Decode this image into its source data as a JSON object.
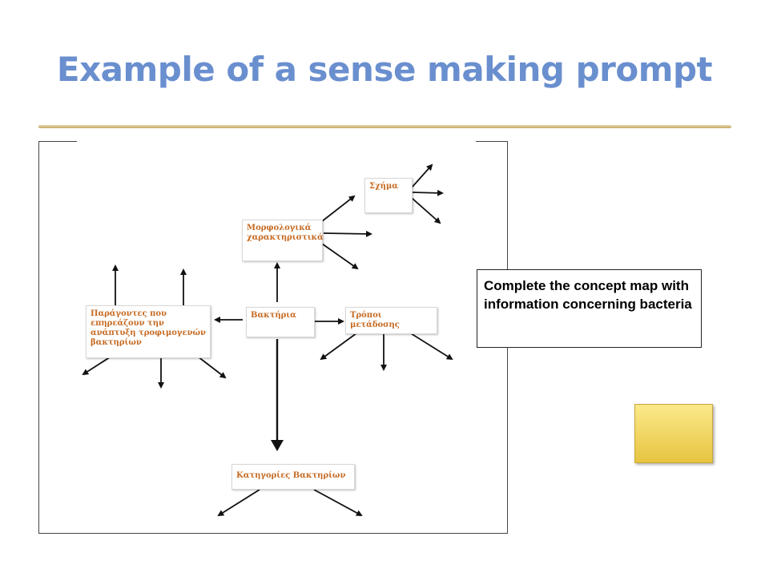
{
  "slide": {
    "title": "Example of a sense making prompt",
    "callout_text": "Complete the concept map with information concerning bacteria"
  },
  "concept_map": {
    "nodes": {
      "bacteria": "Βακτήρια",
      "morphology": "Μορφολογικά χαρακτηριστικά",
      "shape": "Σχήμα",
      "transmission": "Τρόποι μετάδοσης",
      "factors": "Παράγοντες που επηρεάζουν την ανάπτυξη τροφιμογενών βακτηρίων",
      "categories": "Κατηγορίες Βακτηρίων"
    }
  },
  "colors": {
    "title": "#6a8fcf",
    "node_text": "#c66a22",
    "divider": "#c4a96a",
    "button": "#e7c441"
  }
}
